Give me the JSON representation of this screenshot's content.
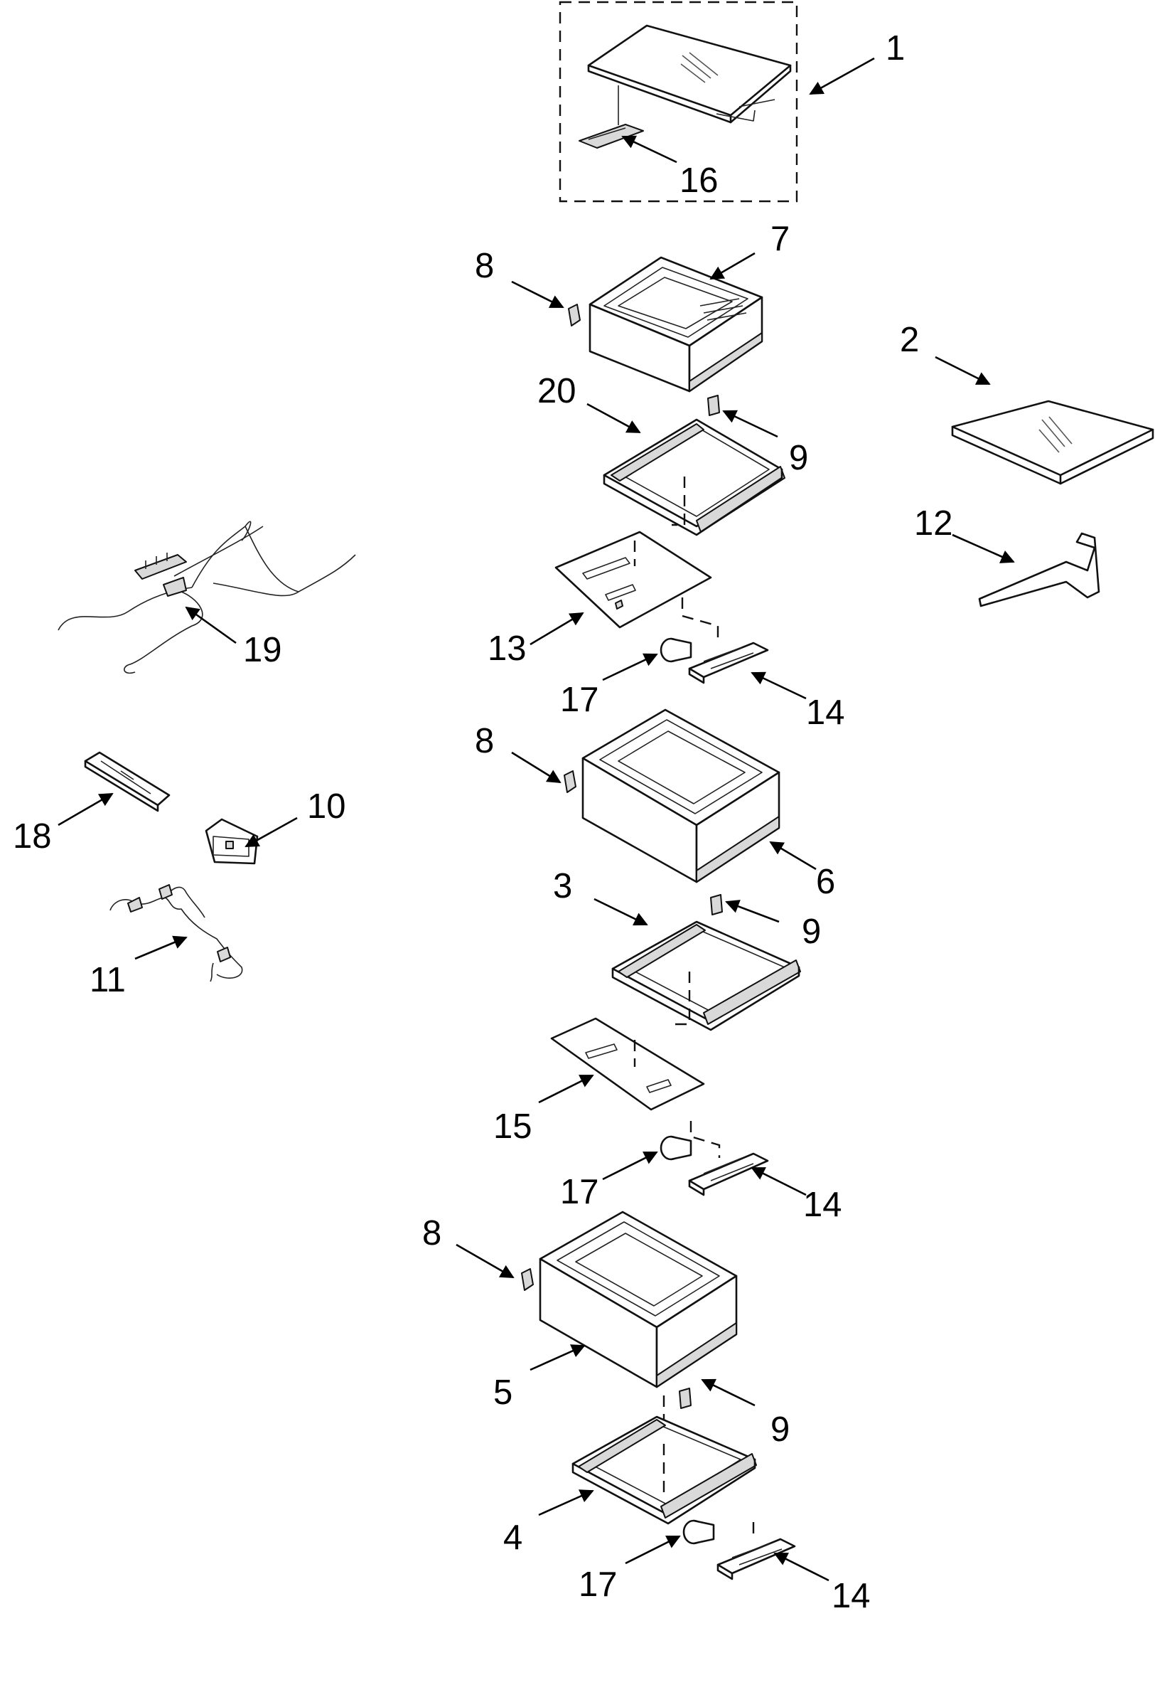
{
  "diagram": {
    "type": "exploded-parts-diagram",
    "callouts": [
      "1",
      "2",
      "3",
      "4",
      "5",
      "6",
      "7",
      "8",
      "8",
      "8",
      "9",
      "9",
      "9",
      "10",
      "11",
      "12",
      "13",
      "14",
      "14",
      "14",
      "15",
      "16",
      "17",
      "17",
      "17",
      "18",
      "19",
      "20"
    ]
  }
}
